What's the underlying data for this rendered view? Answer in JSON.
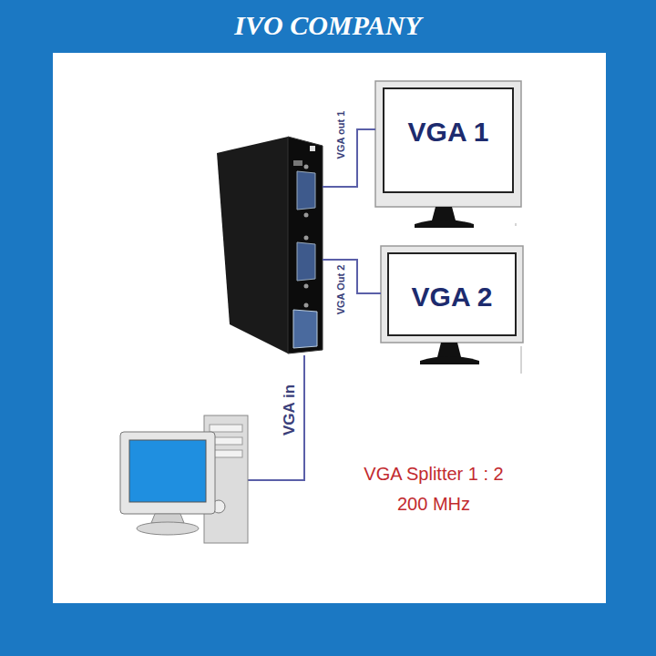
{
  "diagram": {
    "title": "IVO COMPANY",
    "nodes": [
      {
        "text": [
          "VGA 1"
        ]
      },
      {
        "text": [
          "VGA 2"
        ]
      }
    ],
    "labels": [
      "VGA out 1",
      "VGA Out 2",
      "VGA in",
      "VGA Splitter 1 : 2",
      "200 MHz"
    ]
  }
}
